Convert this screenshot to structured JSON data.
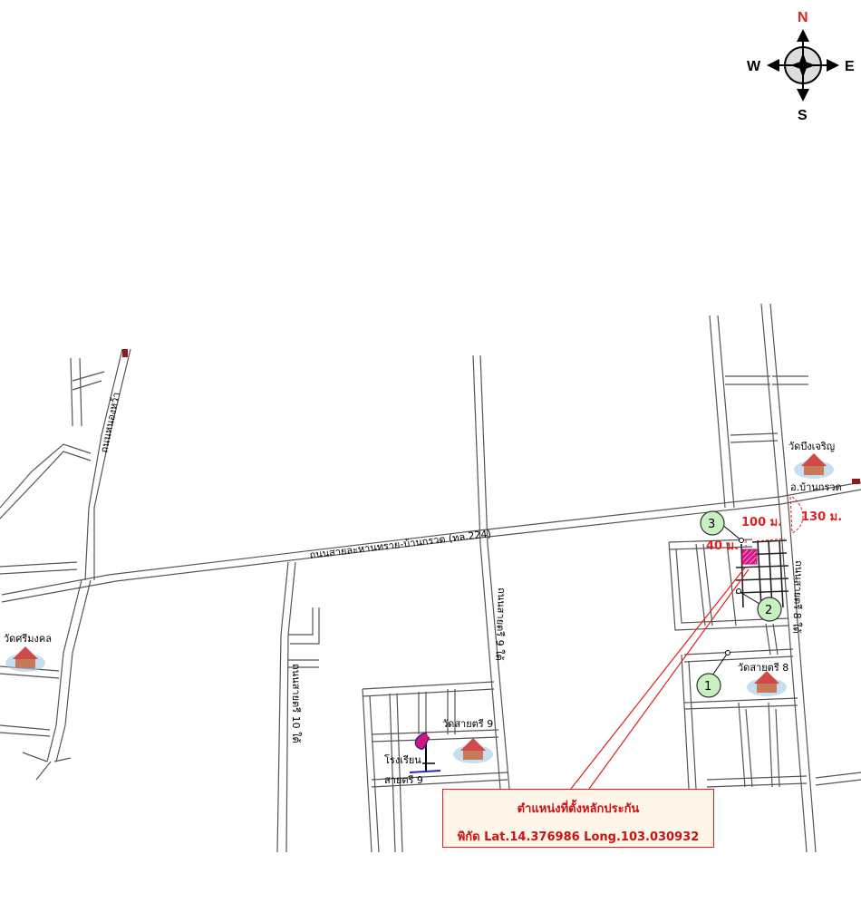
{
  "compass": {
    "north": "N",
    "south": "S",
    "east": "E",
    "west": "W"
  },
  "roads": {
    "highway": "ถนนสายละหานทราย-บ้านกรวด (ทล.224)",
    "soi9": "ถนนสายตรี 9 ใต้",
    "soi10": "ถนนสายตรี 10 ใต้",
    "soi8": "ถนนสายตรี 8 ใต้",
    "north_road": "ถนนหนองหว้า"
  },
  "places": {
    "wat_bueng_charoen": "วัดบึงเจริญ",
    "wat_sri_mongkol": "วัดศรีมงคล",
    "wat_saitri8": "วัดสายตรี 8",
    "wat_saitri9": "วัดสายตรี 9",
    "school_line1": "โรงเรียน",
    "school_line2": "สายตรี 9",
    "ban_kruat": "อ.บ้านกรวด"
  },
  "distances": {
    "d100": "100 ม.",
    "d130": "130 ม.",
    "d40": "40 ม."
  },
  "markers": [
    "1",
    "2",
    "3"
  ],
  "callout": {
    "title": "ตำแหน่งที่ตั้งหลักประกัน",
    "coords": "พิกัด  Lat.14.376986 Long.103.030932"
  },
  "colors": {
    "accent_red": "#dd2222",
    "marker_green": "#c8f0c0",
    "plot_magenta": "#d4147a"
  }
}
